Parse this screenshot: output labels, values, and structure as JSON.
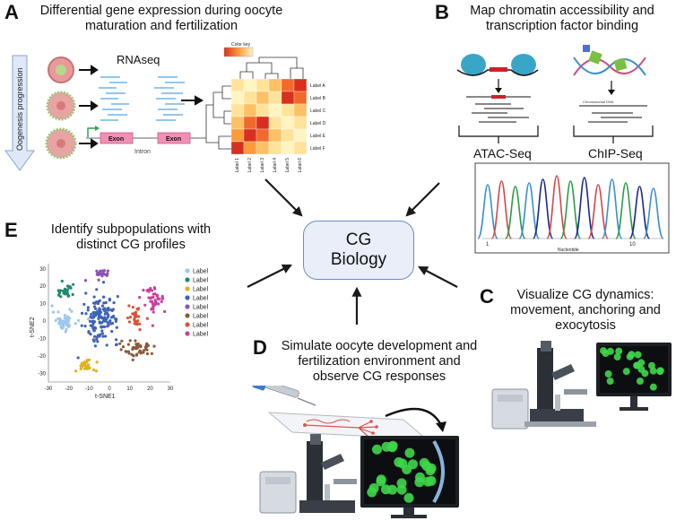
{
  "panels": {
    "a": {
      "letter": "A",
      "title_line1": "Differential gene expression during oocyte",
      "title_line2": "maturation and fertilization",
      "oogenesis_label": "Oogenesis progression",
      "rnaseq_label": "RNAseq",
      "exon_label": "Exon",
      "intron_label": "Intron",
      "color_key": "Color key",
      "heatmap_rows": [
        "Label A",
        "Label B",
        "Label C",
        "Label D",
        "Label E",
        "Label F"
      ],
      "heatmap_cols": [
        "Label 1",
        "Label 2",
        "Label 3",
        "Label 4",
        "Label 5",
        "Label 6"
      ]
    },
    "b": {
      "letter": "B",
      "title_line1": "Map chromatin accessibility and",
      "title_line2": "transcription factor binding",
      "atac_label": "ATAC-Seq",
      "chip_label": "ChIP-Seq",
      "chromosomal_dna": "Chromosomal DNA",
      "x_axis_label": "Nucleotide",
      "x_tick_start": "1",
      "x_tick_end": "10"
    },
    "c": {
      "letter": "C",
      "title_line1": "Visualize CG dynamics:",
      "title_line2": "movement, anchoring and",
      "title_line3": "exocytosis"
    },
    "d": {
      "letter": "D",
      "title_line1": "Simulate oocyte development and",
      "title_line2": "fertilization environment and",
      "title_line3": "observe CG responses"
    },
    "e": {
      "letter": "E",
      "title_line1": "Identify subpopulations with",
      "title_line2": "distinct CG profiles",
      "xlabel": "t-SNE1",
      "ylabel": "t-SNE2",
      "x_ticks": [
        "-30",
        "-20",
        "-10",
        "0",
        "10",
        "20",
        "30"
      ],
      "y_ticks": [
        "30",
        "20",
        "10",
        "0",
        "-10",
        "-20",
        "-30"
      ],
      "legend_label": "Label"
    }
  },
  "center": {
    "line1": "CG",
    "line2": "Biology"
  },
  "chart_data": {
    "type": "scatter",
    "xlabel": "t-SNE1",
    "ylabel": "t-SNE2",
    "xlim": [
      -30,
      30
    ],
    "ylim": [
      -35,
      33
    ],
    "legend_placement": "right",
    "series": [
      {
        "name": "Label",
        "color": "#9cc9ea",
        "center": [
          -22,
          0
        ],
        "spread": [
          5,
          5
        ],
        "count": 45
      },
      {
        "name": "Label",
        "color": "#1f8a70",
        "center": [
          -22,
          17
        ],
        "spread": [
          4,
          3
        ],
        "count": 30
      },
      {
        "name": "Label",
        "color": "#e0b21c",
        "center": [
          -12,
          -26
        ],
        "spread": [
          4,
          3
        ],
        "count": 30
      },
      {
        "name": "Label",
        "color": "#3e63b7",
        "center": [
          -4,
          2
        ],
        "spread": [
          7,
          11
        ],
        "count": 140
      },
      {
        "name": "Label",
        "color": "#8b52b5",
        "center": [
          -4,
          27
        ],
        "spread": [
          3,
          2.5
        ],
        "count": 22
      },
      {
        "name": "Label",
        "color": "#8b5a3c",
        "center": [
          14,
          -16
        ],
        "spread": [
          7,
          4
        ],
        "count": 50
      },
      {
        "name": "Label",
        "color": "#d9533a",
        "center": [
          13,
          2
        ],
        "spread": [
          3,
          5
        ],
        "count": 30
      },
      {
        "name": "Label",
        "color": "#c93f9c",
        "center": [
          22,
          12
        ],
        "spread": [
          5,
          6
        ],
        "count": 45
      }
    ]
  },
  "colors": {
    "box_border": "#6d8bc7",
    "box_fill": "#e9eef9",
    "arrow": "#1a1a1a",
    "green_cells": "#3fd64a",
    "heat_low": "#fff4c2",
    "heat_high": "#d7301f"
  }
}
